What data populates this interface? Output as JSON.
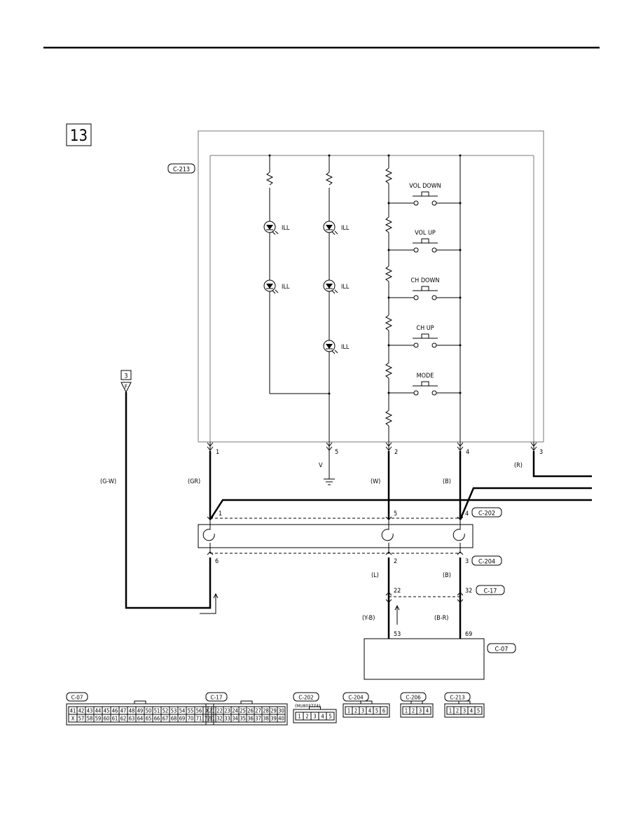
{
  "page": {
    "number": "13"
  },
  "connectors": {
    "c213": "C-213",
    "c202": "C-202",
    "c204": "C-204",
    "c17": "C-17",
    "c07": "C-07"
  },
  "switch_labels": [
    "VOL DOWN",
    "VOL UP",
    "CH DOWN",
    "CH UP",
    "MODE"
  ],
  "ill_label": "ILL",
  "ground_ref": {
    "number": "3",
    "letter": "F"
  },
  "pins_c213": [
    "1",
    "5",
    "2",
    "4",
    "3"
  ],
  "pins_c202": [
    "1",
    "5",
    "4"
  ],
  "pins_c204": [
    "6",
    "2",
    "3"
  ],
  "pins_c17": [
    "22",
    "32"
  ],
  "pins_c07": [
    "53",
    "69"
  ],
  "voltage_label": "V",
  "wire_colors": {
    "gw": "(G-W)",
    "gr": "(GR)",
    "w": "(W)",
    "b": "(B)",
    "r": "(R)",
    "l": "(L)",
    "b2": "(B)",
    "yb": "(Y-B)",
    "br": "(B-R)"
  },
  "connector_views": [
    {
      "label": "C-07",
      "rows": [
        [
          "41",
          "42",
          "43",
          "44",
          "45",
          "46",
          "47",
          "48",
          "49",
          "50",
          "51",
          "52",
          "53",
          "54",
          "55",
          "56",
          "X"
        ],
        [
          "X",
          "57",
          "58",
          "59",
          "60",
          "61",
          "62",
          "63",
          "64",
          "65",
          "66",
          "67",
          "68",
          "69",
          "70",
          "71",
          "72"
        ]
      ]
    },
    {
      "label": "C-17",
      "rows": [
        [
          "21",
          "22",
          "23",
          "24",
          "25",
          "26",
          "27",
          "28",
          "29",
          "30"
        ],
        [
          "31",
          "32",
          "33",
          "34",
          "35",
          "36",
          "37",
          "38",
          "39",
          "40"
        ]
      ]
    },
    {
      "label": "C-202",
      "part": "(MU803774)",
      "rows": [
        [
          "1",
          "2",
          "3",
          "4",
          "5"
        ]
      ]
    },
    {
      "label": "C-204",
      "rows": [
        [
          "1",
          "2",
          "3",
          "4",
          "5",
          "6"
        ]
      ]
    },
    {
      "label": "C-206",
      "rows": [
        [
          "1",
          "2",
          "3",
          "4"
        ]
      ]
    },
    {
      "label": "C-213",
      "rows": [
        [
          "1",
          "2",
          "3",
          "4",
          "5"
        ]
      ]
    }
  ]
}
